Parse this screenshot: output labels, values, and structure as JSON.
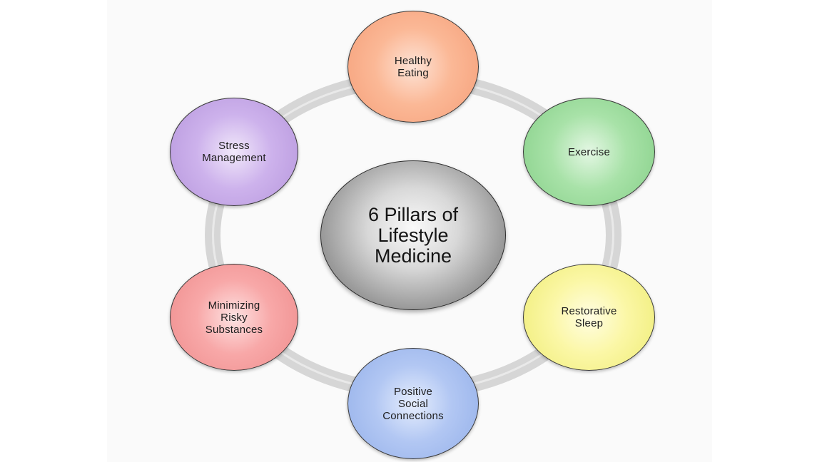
{
  "center": {
    "title": "6 Pillars of\nLifestyle\nMedicine"
  },
  "pillars": [
    {
      "label": "Healthy\nEating",
      "color": "#f9b08e"
    },
    {
      "label": "Exercise",
      "color": "#9bdb9c"
    },
    {
      "label": "Restorative\nSleep",
      "color": "#f8f498"
    },
    {
      "label": "Positive\nSocial\nConnections",
      "color": "#a9c0f0"
    },
    {
      "label": "Minimizing\nRisky\nSubstances",
      "color": "#f5a0a0"
    },
    {
      "label": "Stress\nManagement",
      "color": "#c6a9e8"
    }
  ],
  "ring_color": "#d6d6d6"
}
